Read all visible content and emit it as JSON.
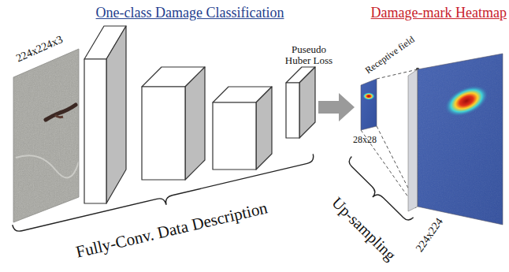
{
  "diagram": {
    "labels": [
      "One-class Damage Classification",
      "Damage-mark Heatmap",
      "224x224x3",
      "Puseudo Huber Loss",
      "Receptive field",
      "28x28",
      "224x224",
      "Fully-Conv. Data Description",
      "Up-sampling"
    ]
  }
}
